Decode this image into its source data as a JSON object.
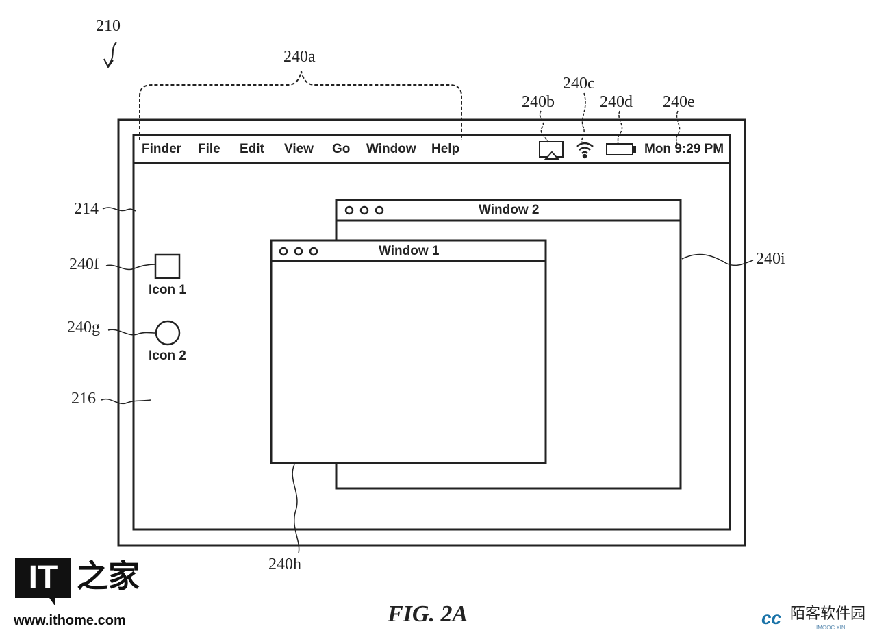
{
  "refs": {
    "r210": "210",
    "r240a": "240a",
    "r240b": "240b",
    "r240c": "240c",
    "r240d": "240d",
    "r240e": "240e",
    "r214": "214",
    "r240f": "240f",
    "r240g": "240g",
    "r216": "216",
    "r240i": "240i",
    "r240h": "240h"
  },
  "menubar": {
    "items": [
      "Finder",
      "File",
      "Edit",
      "View",
      "Go",
      "Window",
      "Help"
    ],
    "clock": "Mon 9:29 PM"
  },
  "desktop": {
    "icon1": "Icon 1",
    "icon2": "Icon 2"
  },
  "windows": {
    "window1": "Window 1",
    "window2": "Window 2"
  },
  "caption": "FIG. 2A",
  "watermarks": {
    "ithome_logo": "IT之家",
    "ithome_url": "www.ithome.com",
    "mk_cn": "陌客软件园",
    "mk_en": "IMOOC XIN"
  }
}
